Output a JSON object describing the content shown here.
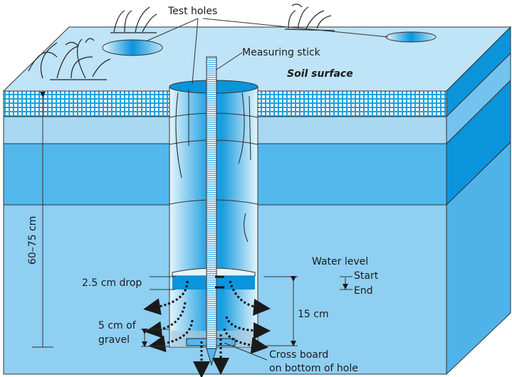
{
  "labels": {
    "test_holes": "Test holes",
    "measuring_stick": "Measuring stick",
    "soil_surface": "Soil surface",
    "depth": "60–75 cm",
    "drop": "2.5 cm drop",
    "water_level": "Water level",
    "start": "Start",
    "end": "End",
    "height": "15 cm",
    "gravel_line1": "5 cm of",
    "gravel_line2": "gravel",
    "cross_board_line1": "Cross board",
    "cross_board_line2": "on bottom of hole"
  },
  "colors": {
    "top_surface": "#bfe3f7",
    "grid_layer": "#1ea0e0",
    "light_layer": "#a9d8f3",
    "mid_layer": "#52b8ec",
    "lower_layer": "#8fcff2",
    "right_dark": "#0a94dc",
    "water": "#0a94dc"
  }
}
